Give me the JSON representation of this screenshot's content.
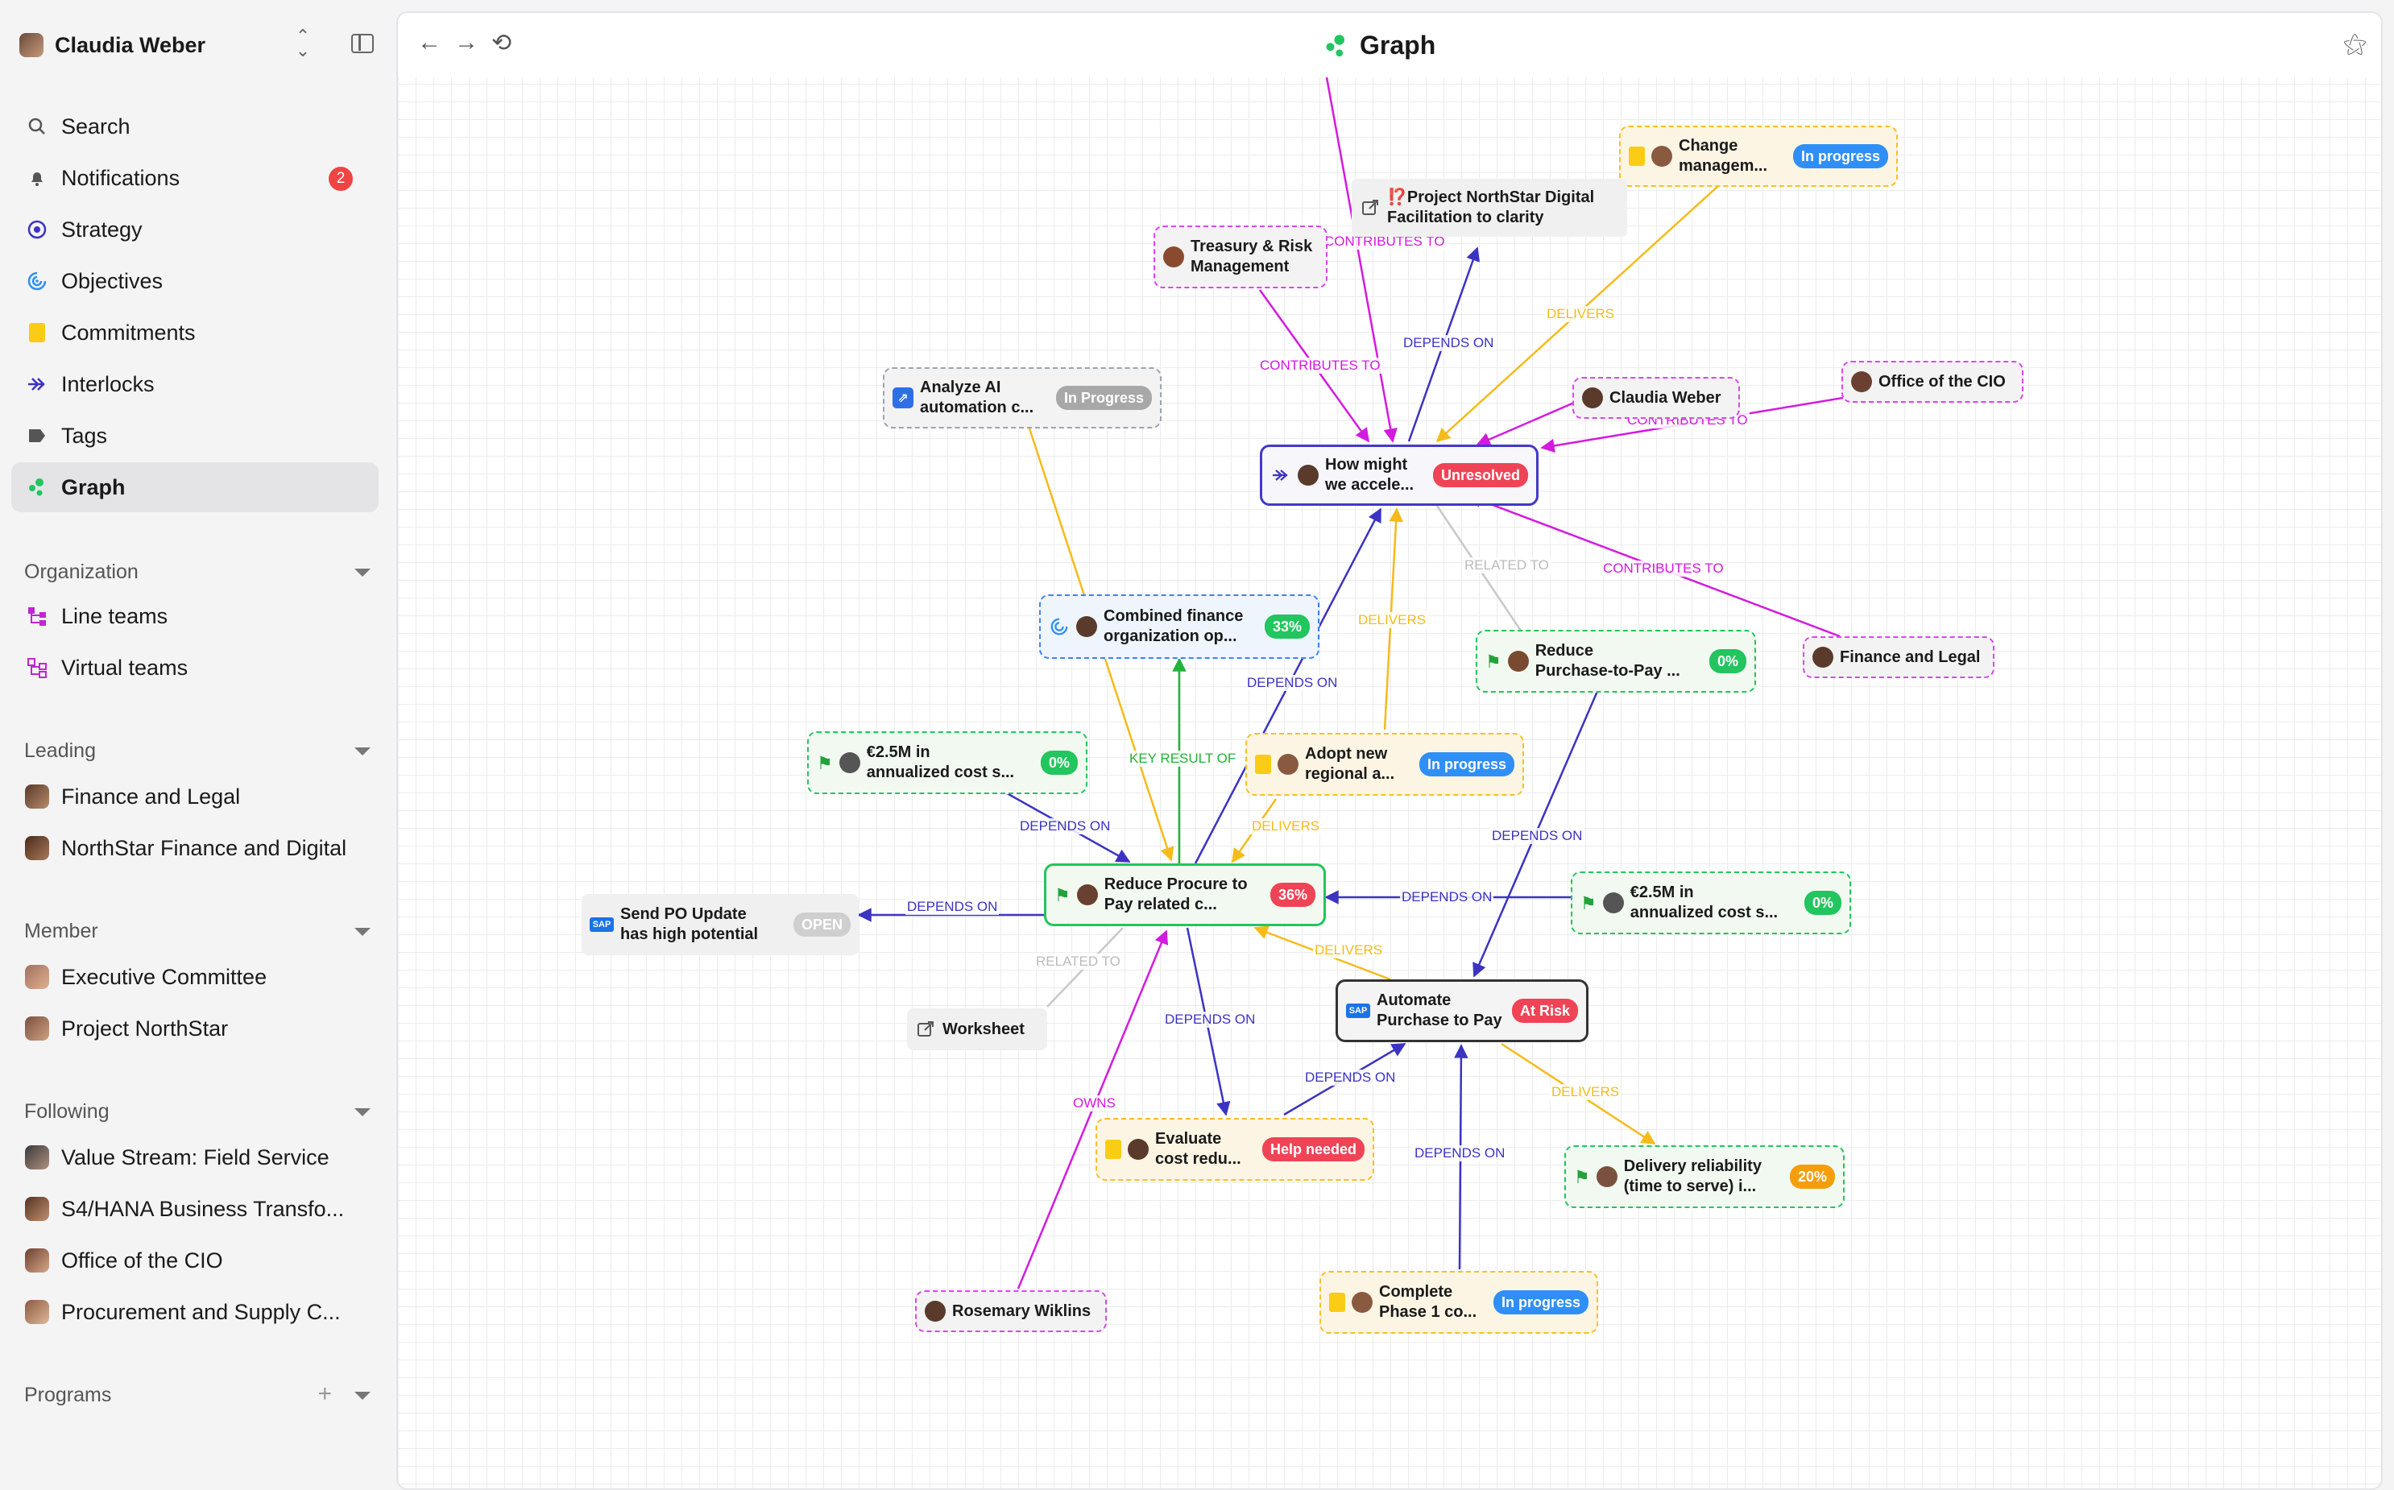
{
  "user": {
    "name": "Claudia Weber"
  },
  "nav": [
    {
      "label": "Search",
      "icon": "search-icon"
    },
    {
      "label": "Notifications",
      "icon": "bell-icon",
      "badge": "2"
    },
    {
      "label": "Strategy",
      "icon": "target-icon"
    },
    {
      "label": "Objectives",
      "icon": "objectives-icon"
    },
    {
      "label": "Commitments",
      "icon": "commitment-icon"
    },
    {
      "label": "Interlocks",
      "icon": "interlock-icon"
    },
    {
      "label": "Tags",
      "icon": "tag-icon"
    },
    {
      "label": "Graph",
      "icon": "graph-icon"
    }
  ],
  "sections": {
    "organization": {
      "label": "Organization",
      "items": [
        "Line teams",
        "Virtual teams"
      ]
    },
    "leading": {
      "label": "Leading",
      "items": [
        "Finance and Legal",
        "NorthStar Finance and Digital"
      ]
    },
    "member": {
      "label": "Member",
      "items": [
        "Executive Committee",
        "Project NorthStar"
      ]
    },
    "following": {
      "label": "Following",
      "items": [
        "Value Stream: Field Service",
        "S4/HANA Business Transfo...",
        "Office of the CIO",
        "Procurement and Supply C..."
      ]
    },
    "programs": {
      "label": "Programs"
    }
  },
  "header": {
    "title": "Graph"
  },
  "nodes": {
    "change_mgmt": {
      "line1": "Change",
      "line2": "managem...",
      "status": "In progress"
    },
    "project_northstar": {
      "line1": "⁉️Project NorthStar Digital",
      "line2": "Facilitation to clarity"
    },
    "treasury": {
      "line1": "Treasury & Risk",
      "line2": "Management"
    },
    "analyze_ai": {
      "line1": "Analyze AI",
      "line2": "automation c...",
      "status": "In Progress"
    },
    "claudia": {
      "line1": "Claudia Weber"
    },
    "office_cio": {
      "line1": "Office of the CIO"
    },
    "how_might": {
      "line1": "How might",
      "line2": "we accele...",
      "status": "Unresolved"
    },
    "combined": {
      "line1": "Combined finance",
      "line2": "organization op...",
      "status": "33%"
    },
    "reduce_p2p": {
      "line1": "Reduce",
      "line2": "Purchase-to-Pay ...",
      "status": "0%"
    },
    "finance_legal": {
      "line1": "Finance and Legal"
    },
    "cost_save_1": {
      "line1": "€2.5M in",
      "line2": "annualized cost s...",
      "status": "0%"
    },
    "adopt": {
      "line1": "Adopt new",
      "line2": "regional a...",
      "status": "In progress"
    },
    "reduce_procure": {
      "line1": "Reduce Procure to",
      "line2": "Pay related c...",
      "status": "36%"
    },
    "cost_save_2": {
      "line1": "€2.5M in",
      "line2": "annualized cost s...",
      "status": "0%"
    },
    "send_po": {
      "line1": "Send PO Update",
      "line2": "has high potential",
      "status": "OPEN"
    },
    "automate": {
      "line1": "Automate",
      "line2": "Purchase to Pay",
      "status": "At Risk"
    },
    "worksheet": {
      "line1": "Worksheet"
    },
    "evaluate": {
      "line1": "Evaluate",
      "line2": "cost redu...",
      "status": "Help needed"
    },
    "delivery": {
      "line1": "Delivery reliability",
      "line2": "(time to serve) i...",
      "status": "20%"
    },
    "rosemary": {
      "line1": "Rosemary Wiklins"
    },
    "complete": {
      "line1": "Complete",
      "line2": "Phase 1 co...",
      "status": "In progress"
    }
  },
  "edge_labels": {
    "contributes_to": "CONTRIBUTES TO",
    "depends_on": "DEPENDS ON",
    "delivers": "DELIVERS",
    "related_to": "RELATED TO",
    "key_result_of": "KEY RESULT OF",
    "owns": "OWNS"
  },
  "colors": {
    "contributes": "#d41ae0",
    "depends": "#3b33c2",
    "delivers": "#f6bb1a",
    "related": "#c8c8c8",
    "key_result": "#22b33a",
    "owns": "#d41ae0"
  }
}
